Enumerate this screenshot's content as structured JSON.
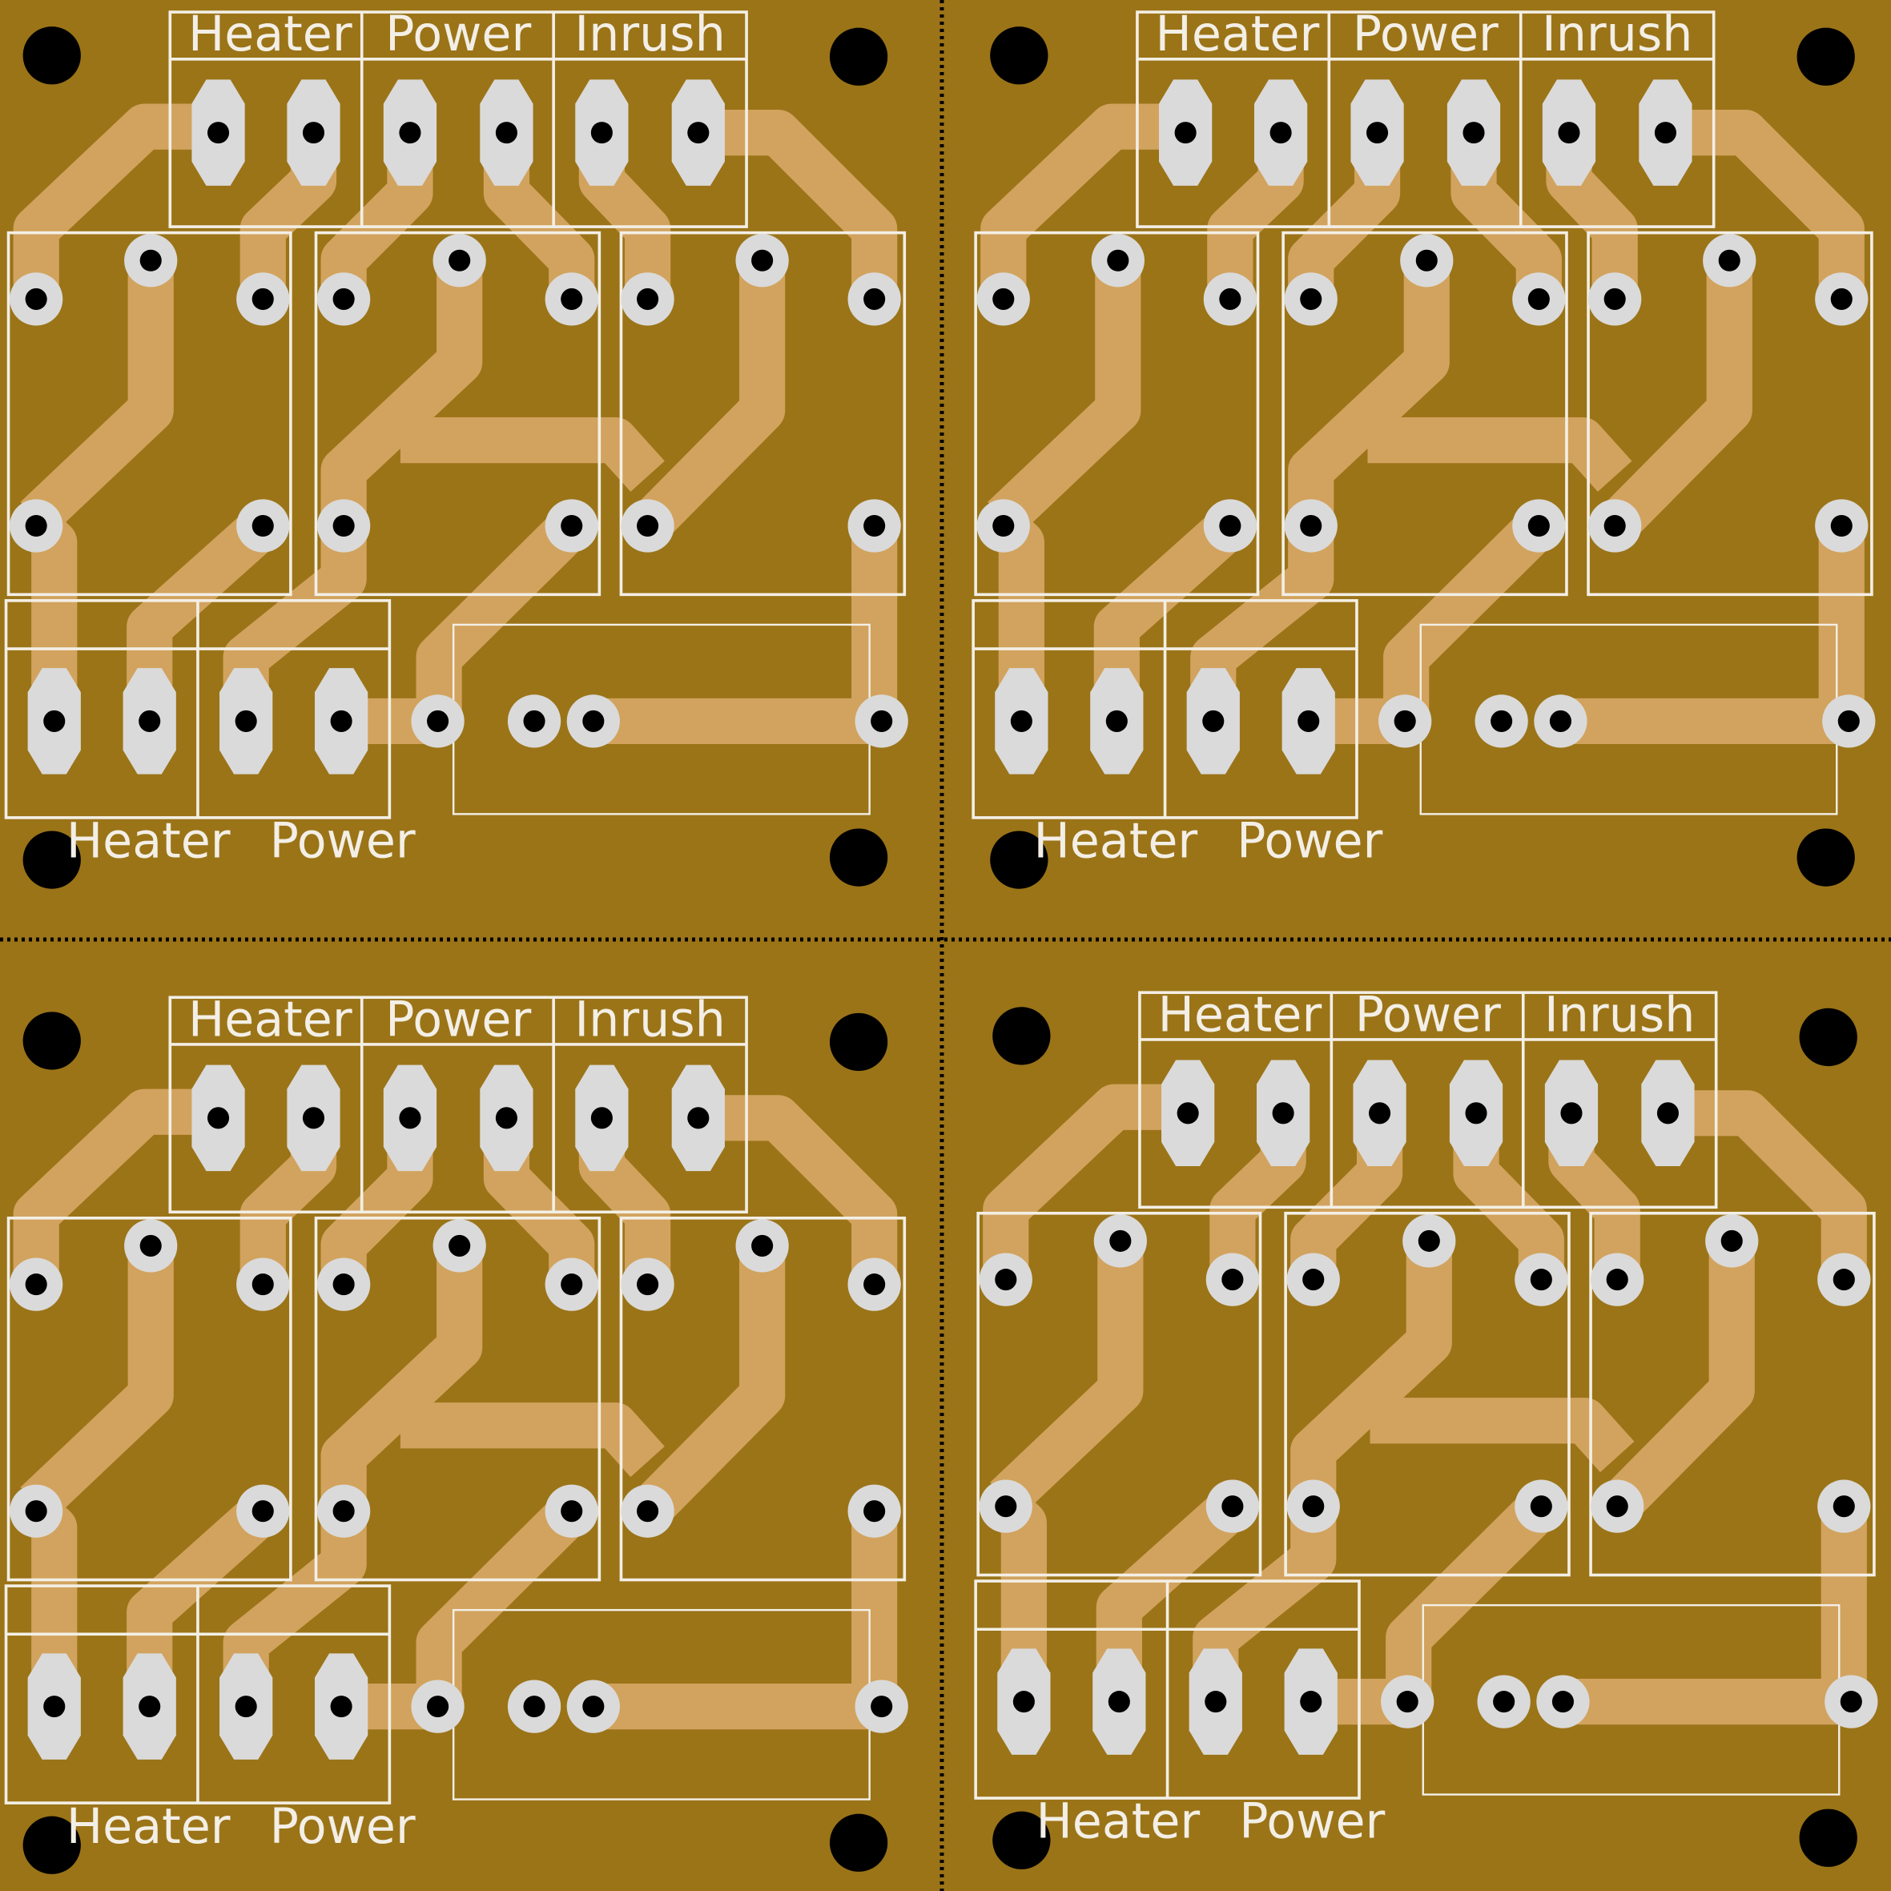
{
  "colors": {
    "board": "#9b7418",
    "trace": "#d2a35e",
    "silkscreen": "#f3efe6",
    "pad": "#dadada",
    "hole": "#000000"
  },
  "boards": [
    {
      "id": "top-left",
      "top_labels": [
        "Heater",
        "Power",
        "Inrush"
      ],
      "bottom_labels": [
        "Heater",
        "Power"
      ]
    },
    {
      "id": "top-right",
      "top_labels": [
        "Heater",
        "Power",
        "Inrush"
      ],
      "bottom_labels": [
        "Heater",
        "Power"
      ]
    },
    {
      "id": "bottom-left",
      "top_labels": [
        "Heater",
        "Power",
        "Inrush"
      ],
      "bottom_labels": [
        "Heater",
        "Power"
      ]
    },
    {
      "id": "bottom-right",
      "top_labels": [
        "Heater",
        "Power",
        "Inrush"
      ],
      "bottom_labels": [
        "Heater",
        "Power"
      ]
    }
  ]
}
